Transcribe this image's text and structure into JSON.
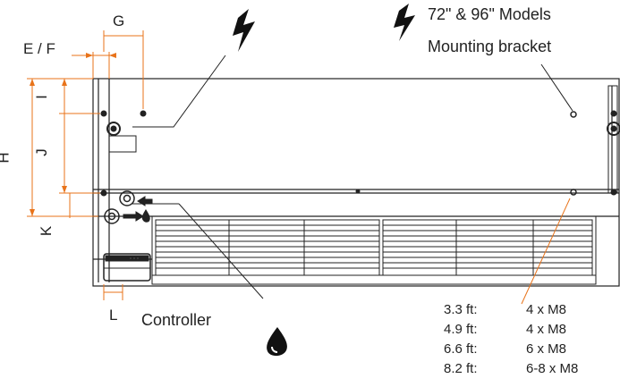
{
  "labels": {
    "G": "G",
    "EF": "E / F",
    "H": "H",
    "I": "I",
    "J": "J",
    "K": "K",
    "L": "L",
    "controller": "Controller"
  },
  "notes": {
    "models": "72\" & 96\" Models",
    "bracket": "Mounting bracket"
  },
  "specs": [
    {
      "size": "3.3 ft:",
      "count": "4 x M8"
    },
    {
      "size": "4.9 ft:",
      "count": "4 x M8"
    },
    {
      "size": "6.6 ft:",
      "count": "6 x M8"
    },
    {
      "size": "8.2 ft:",
      "count": "6-8 x M8"
    }
  ],
  "icons": [
    "lightning-bolt-icon",
    "water-drop-icon"
  ],
  "colors": {
    "dimension": "#e8731a",
    "line": "#222222"
  }
}
